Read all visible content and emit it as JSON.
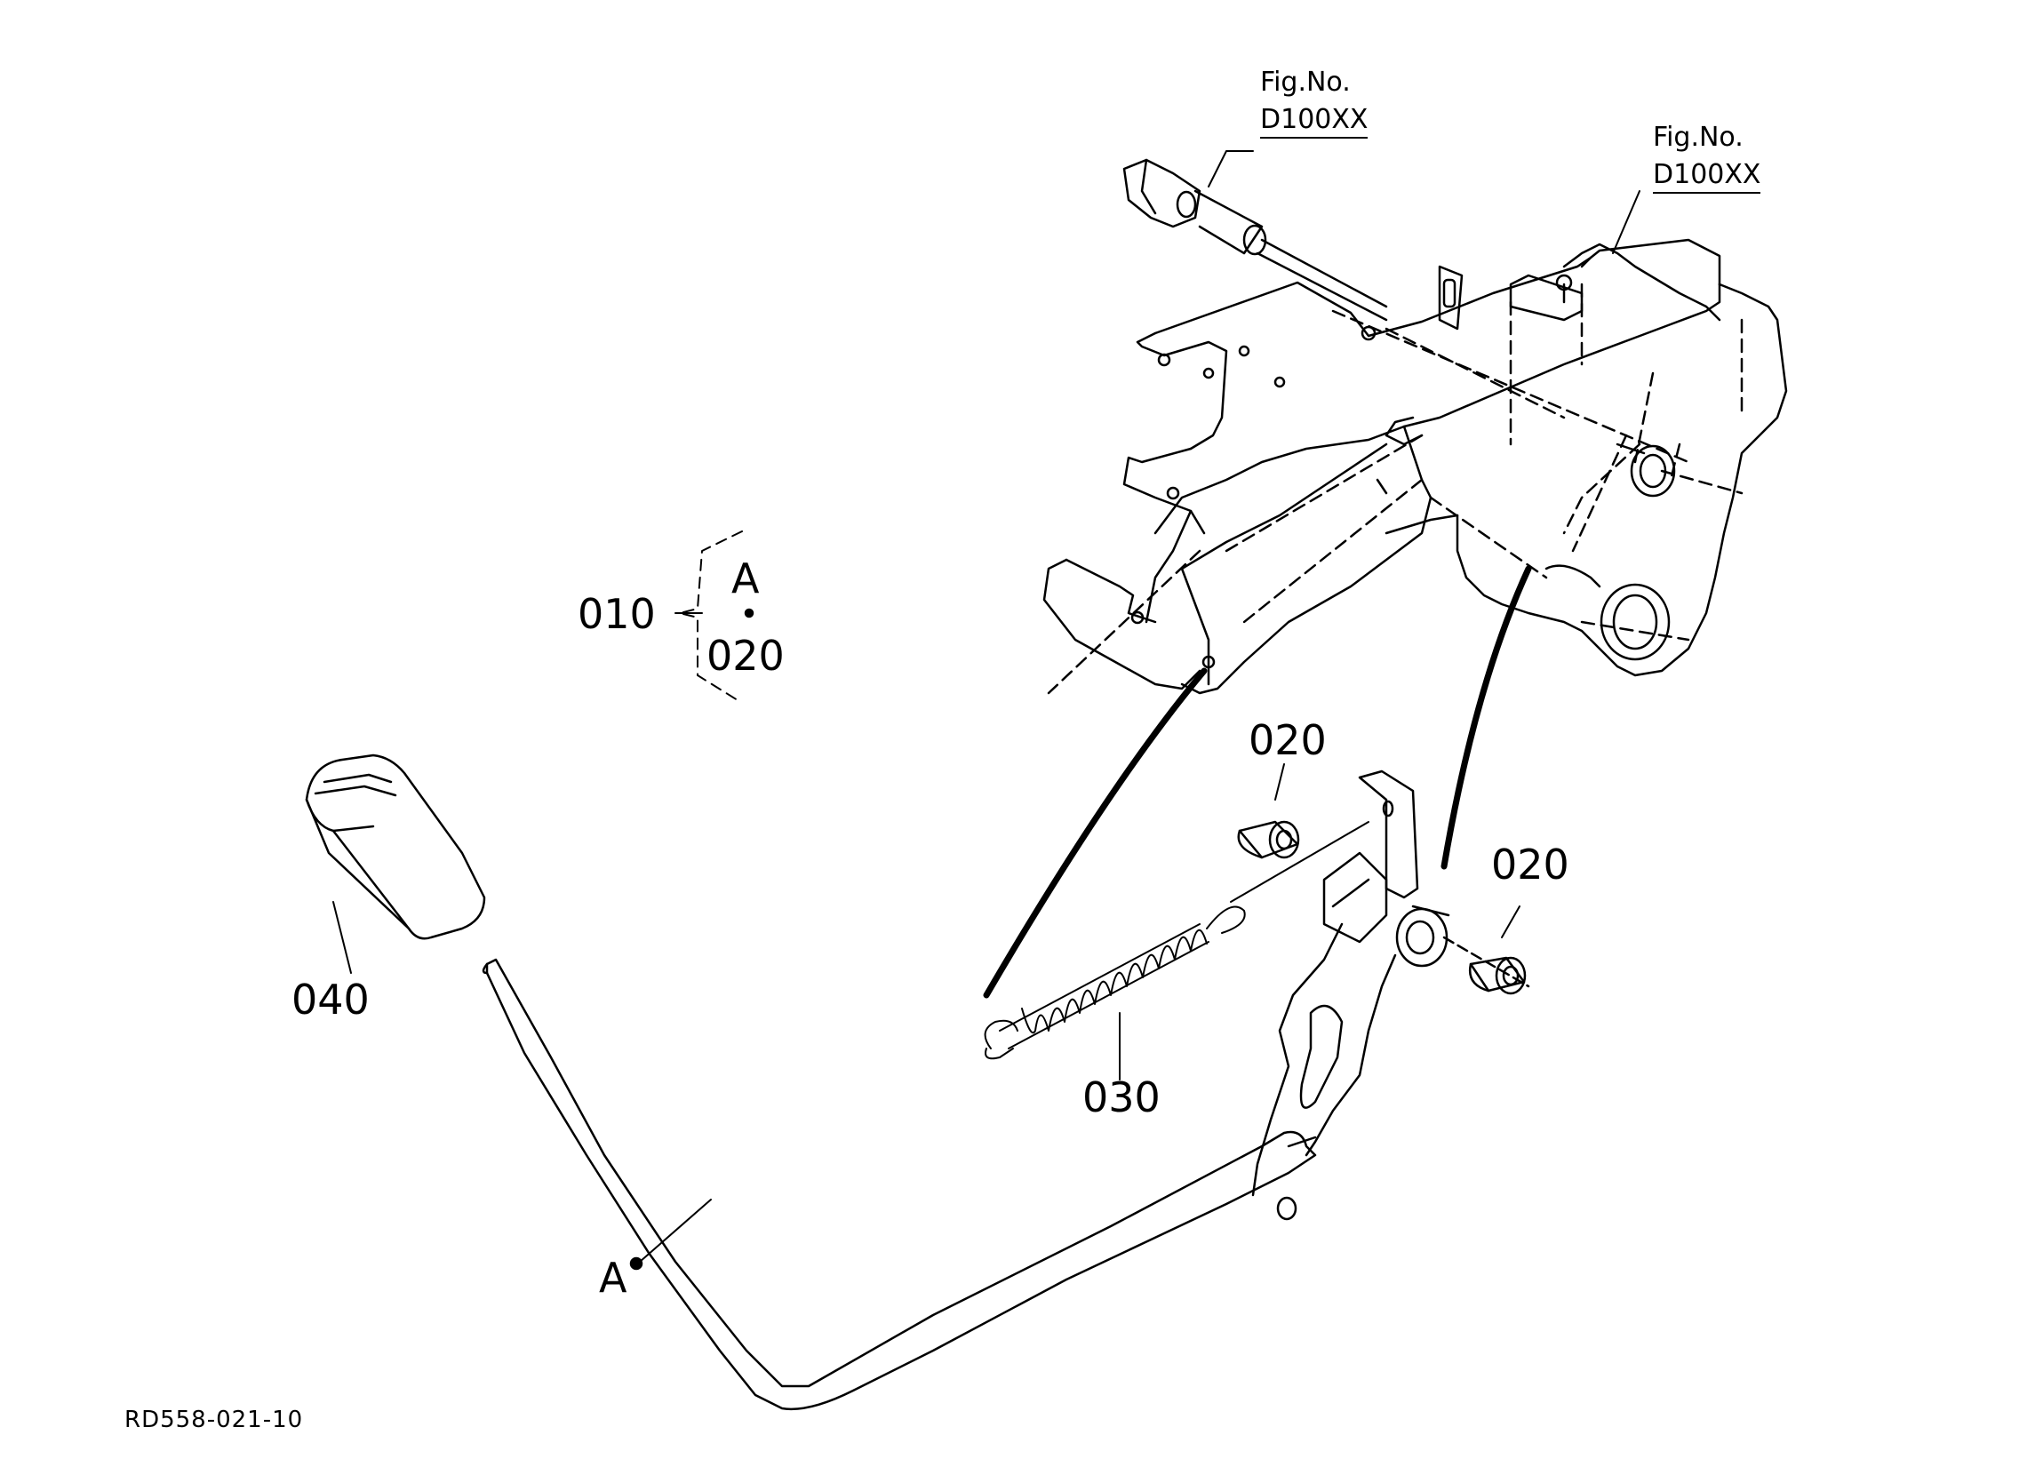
{
  "diagram": {
    "drawing_code": "RD558-021-10",
    "references": [
      {
        "line1": "Fig.No.",
        "line2": "D100XX"
      },
      {
        "line1": "Fig.No.",
        "line2": "D100XX"
      }
    ],
    "assembly": {
      "parent": "010",
      "child_marker": "A",
      "child_part": "020"
    },
    "callouts": {
      "knob": "040",
      "spring": "030",
      "bushing_left": "020",
      "bushing_right": "020",
      "lever_marker": "A"
    }
  }
}
